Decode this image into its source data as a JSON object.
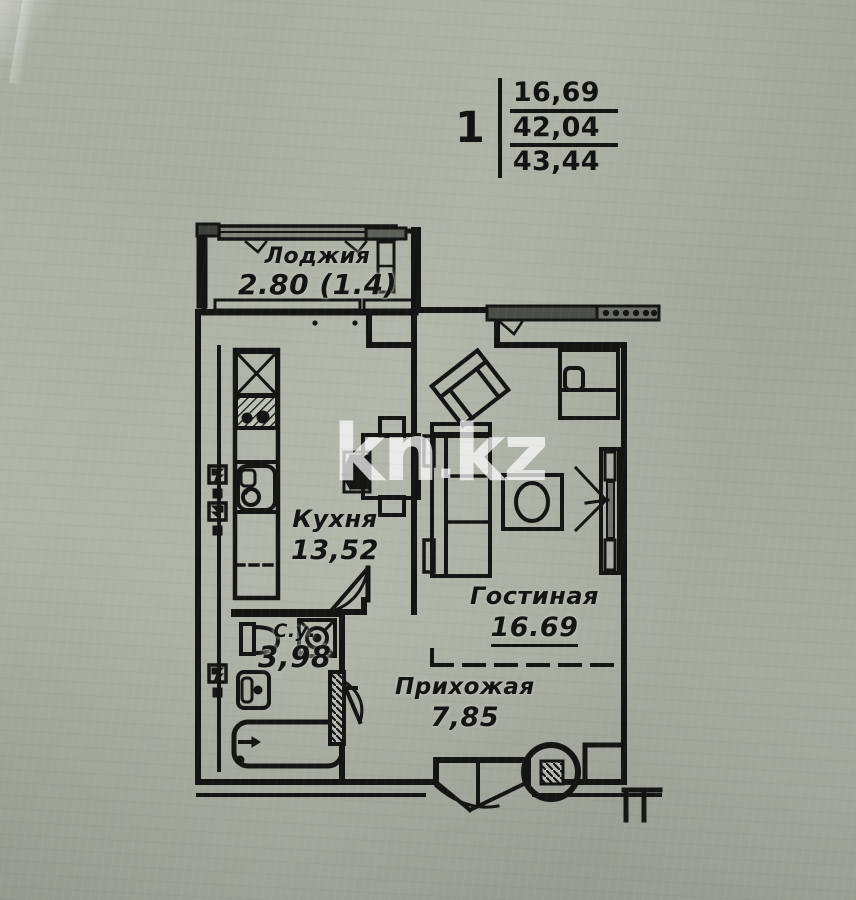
{
  "document": {
    "type": "apartment-floor-plan",
    "background_color": "#abafa3",
    "ink_color": "#141412",
    "watermark": {
      "text_left": "kn",
      "dot": ".",
      "text_right": "kz"
    }
  },
  "area_schedule": {
    "rooms_count": "1",
    "rows": [
      {
        "label": "living_area",
        "value": "16,69"
      },
      {
        "label": "total_area_without_loggia",
        "value": "42,04"
      },
      {
        "label": "total_area_with_loggia",
        "value": "43,44"
      }
    ]
  },
  "rooms": [
    {
      "key": "loggia",
      "name": "Лоджия",
      "area": "2.80 (1.4)"
    },
    {
      "key": "kitchen",
      "name": "Кухня",
      "area": "13,52"
    },
    {
      "key": "living",
      "name": "Гостиная",
      "area": "16.69"
    },
    {
      "key": "bath",
      "name": "С.у.",
      "area": "3,98"
    },
    {
      "key": "hall",
      "name": "Прихожая",
      "area": "7,85"
    }
  ],
  "fixtures": [
    {
      "key": "kitchen-sink",
      "name": "kitchen-sink-icon"
    },
    {
      "key": "kitchen-stove",
      "name": "cooktop-icon"
    },
    {
      "key": "kitchen-washbasin",
      "name": "washbasin-icon"
    },
    {
      "key": "dining-table",
      "name": "dining-table-icon"
    },
    {
      "key": "armchair",
      "name": "armchair-icon"
    },
    {
      "key": "sofa",
      "name": "sofa-icon"
    },
    {
      "key": "coffee-table",
      "name": "coffee-table-icon"
    },
    {
      "key": "tv-unit",
      "name": "tv-unit-icon"
    },
    {
      "key": "toilet",
      "name": "toilet-icon"
    },
    {
      "key": "bath-sink",
      "name": "sink-icon"
    },
    {
      "key": "bathtub",
      "name": "bathtub-icon"
    },
    {
      "key": "washing-machine",
      "name": "washing-machine-icon"
    },
    {
      "key": "riser-marker",
      "name": "riser-circle-icon"
    },
    {
      "key": "window-loggia",
      "name": "window-icon"
    },
    {
      "key": "window-living",
      "name": "window-icon"
    },
    {
      "key": "window-right",
      "name": "window-icon"
    },
    {
      "key": "entry-door",
      "name": "entry-door-icon"
    },
    {
      "key": "kitchen-door",
      "name": "interior-door-icon"
    },
    {
      "key": "bath-door",
      "name": "interior-door-icon"
    }
  ]
}
